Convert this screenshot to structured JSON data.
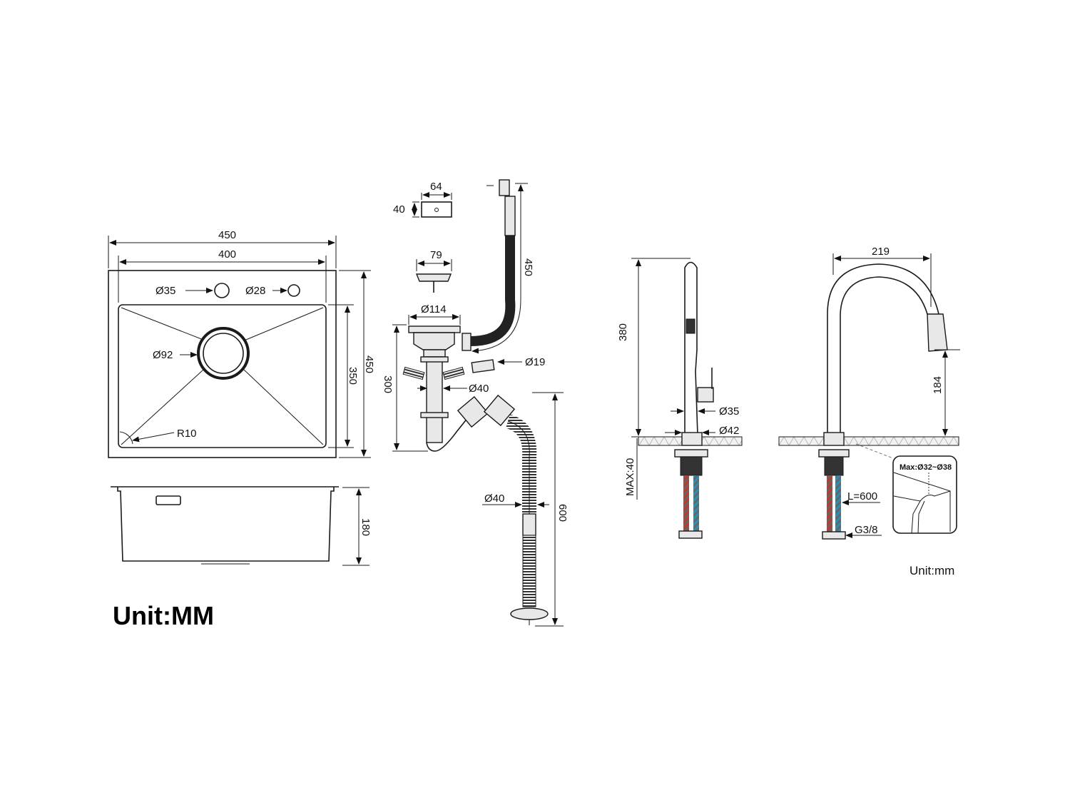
{
  "sink_top": {
    "width_outer": "450",
    "width_inner": "400",
    "height_outer": "450",
    "height_inner": "350",
    "hole_tap": "Ø35",
    "hole_soap": "Ø28",
    "drain": "Ø92",
    "corner_radius": "R10"
  },
  "sink_side": {
    "depth": "180"
  },
  "sink_unit": "Unit:MM",
  "drain_kit": {
    "overflow_width": "64",
    "overflow_height": "40",
    "basket": "79",
    "strainer": "Ø114",
    "overflow_hose": "450",
    "hose_connector": "Ø19",
    "drain_height": "300",
    "pipe_diameter": "Ø40",
    "outlet_diameter": "Ø40",
    "outlet_hose": "600"
  },
  "faucet_side": {
    "height": "380",
    "body_diameter": "Ø35",
    "base_diameter": "Ø42",
    "max_thickness": "MAX:40"
  },
  "faucet_front": {
    "reach": "219",
    "spout_height": "184",
    "hose_length": "L=600",
    "thread": "G3/8",
    "hole_note": "Max:Ø32~Ø38"
  },
  "faucet_unit": "Unit:mm",
  "colors": {
    "hot": "#c0392b",
    "cold": "#2a8fb8",
    "line": "#1a1a1a"
  }
}
